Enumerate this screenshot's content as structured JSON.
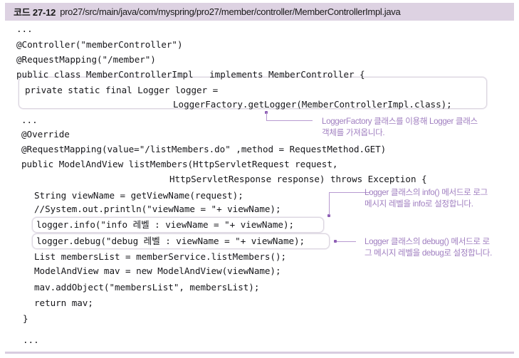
{
  "caption": {
    "label": "코드 27-12",
    "path": "pro27/src/main/java/com/myspring/pro27/member/controller/MemberControllerImpl.java",
    "bar_color": "#ddd2e2"
  },
  "code": {
    "language": "java",
    "lines": [
      "...",
      "@Controller(\"memberController\")",
      "@RequestMapping(\"/member\")",
      "public class MemberControllerImpl   implements MemberController {",
      "private static final Logger logger =",
      "LoggerFactory.getLogger(MemberControllerImpl.class);",
      "...",
      "@Override",
      "@RequestMapping(value=\"/listMembers.do\" ,method = RequestMethod.GET)",
      "public ModelAndView listMembers(HttpServletRequest request,",
      "HttpServletResponse response) throws Exception {",
      "String viewName = getViewName(request);",
      "//System.out.println(\"viewName = \"+ viewName);",
      "logger.info(\"info 레벨 : viewName = \"+ viewName);",
      "logger.debug(\"debug 레벨 : viewName = \"+ viewName);",
      "List membersList = memberService.listMembers();",
      "ModelAndView mav = new ModelAndView(viewName);",
      "mav.addObject(\"membersList\", membersList);",
      "return mav;",
      "}",
      "..."
    ]
  },
  "highlights": [
    {
      "name": "logger-declaration-highlight"
    },
    {
      "name": "logger-info-highlight"
    },
    {
      "name": "logger-debug-highlight"
    }
  ],
  "annotations": [
    {
      "id": "annotation-logger-factory",
      "text": "LoggerFactory 클래스를 이용해 Logger 클래스\n객체를 가져옵니다.",
      "color": "#a07fc0"
    },
    {
      "id": "annotation-logger-info",
      "text": "Logger 클래스의 info() 메서드로 로그\n메시지 레벨을 info로 설정합니다.",
      "color": "#a07fc0"
    },
    {
      "id": "annotation-logger-debug",
      "text": "Logger 클래스의 debug() 메서드로 로\n그 메시지 레벨을 debug로 설정합니다.",
      "color": "#a07fc0"
    }
  ]
}
